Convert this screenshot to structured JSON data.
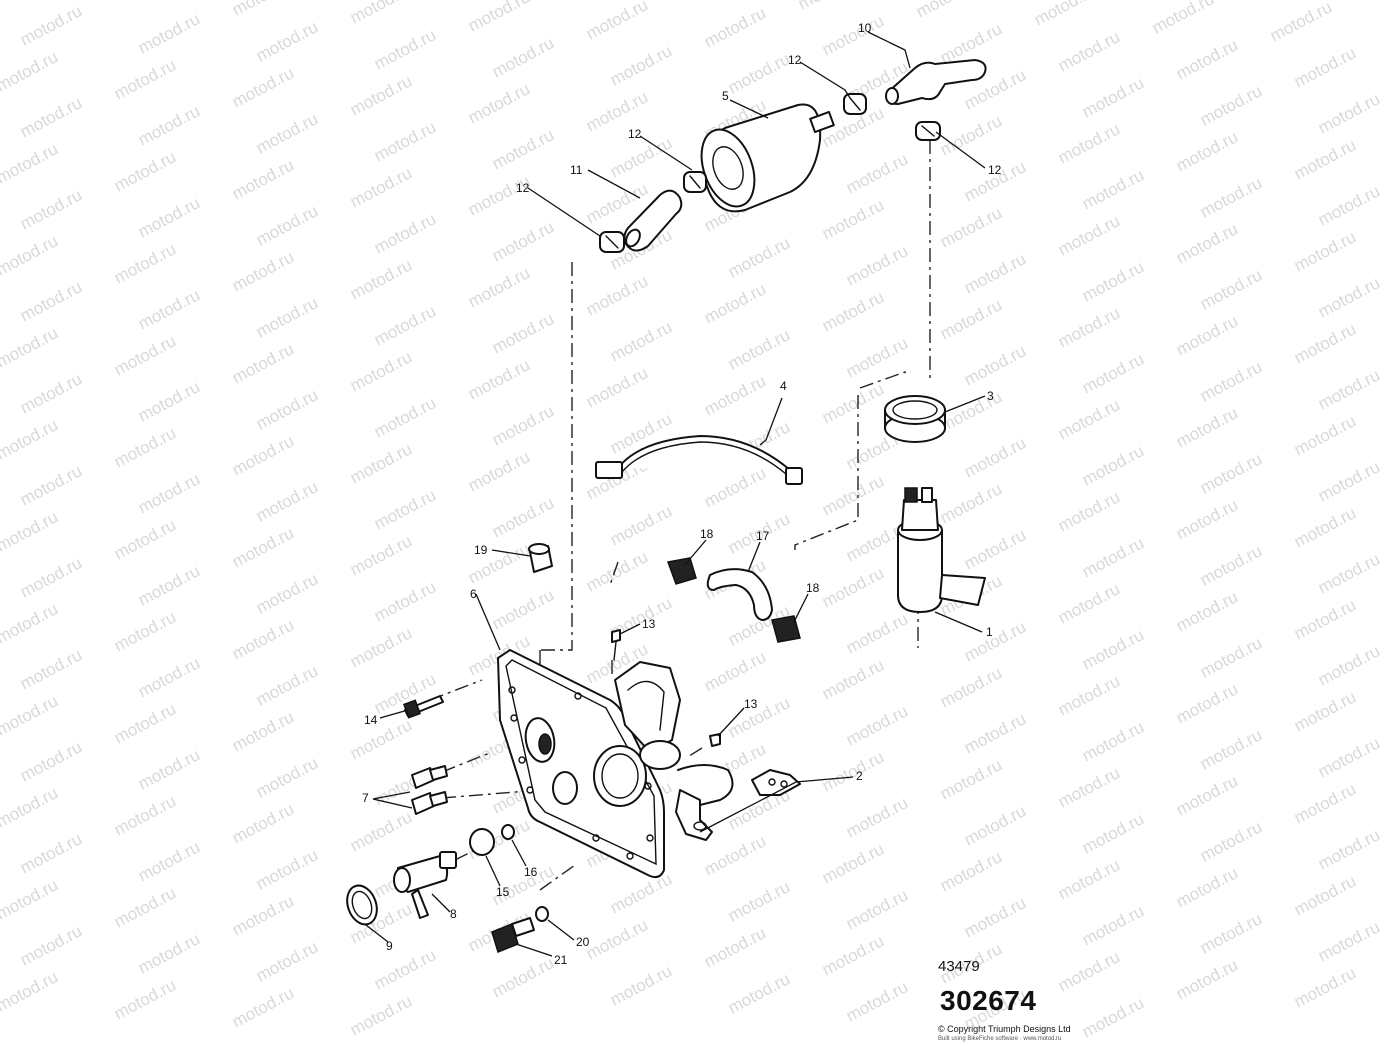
{
  "watermark": {
    "text": "motod.ru"
  },
  "callouts": {
    "c1": "1",
    "c2": "2",
    "c3": "3",
    "c4": "4",
    "c5": "5",
    "c6": "6",
    "c7": "7",
    "c8": "8",
    "c9": "9",
    "c10": "10",
    "c11": "11",
    "c12": "12",
    "c13": "13",
    "c14": "14",
    "c15": "15",
    "c16": "16",
    "c17": "17",
    "c18": "18",
    "c19": "19",
    "c20": "20",
    "c21": "21"
  },
  "footer": {
    "ref_small": "43479",
    "ref_main": "302674",
    "copyright": "© Copyright Triumph Designs Ltd",
    "fineprint": "Built using BikeFiche software · www.motod.ru"
  },
  "colors": {
    "ink": "#111111",
    "watermark": "#b9b9b9",
    "background": "#ffffff"
  }
}
